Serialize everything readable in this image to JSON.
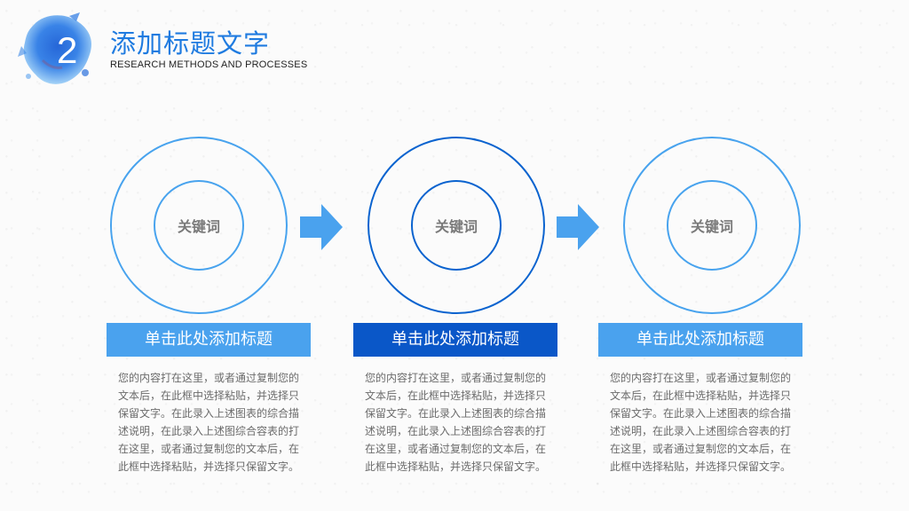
{
  "header": {
    "section_number": "2",
    "title": "添加标题文字",
    "subtitle": "RESEARCH METHODS AND PROCESSES"
  },
  "steps": [
    {
      "keyword": "关键词",
      "heading": "单击此处添加标题",
      "body": "您的内容打在这里，或者通过复制您的文本后，在此框中选择粘贴，并选择只保留文字。在此录入上述图表的综合描述说明，在此录入上述图综合容表的打在这里，或者通过复制您的文本后，在此框中选择粘贴，并选择只保留文字。"
    },
    {
      "keyword": "关键词",
      "heading": "单击此处添加标题",
      "body": "您的内容打在这里，或者通过复制您的文本后，在此框中选择粘贴，并选择只保留文字。在此录入上述图表的综合描述说明，在此录入上述图综合容表的打在这里，或者通过复制您的文本后，在此框中选择粘贴，并选择只保留文字。"
    },
    {
      "keyword": "关键词",
      "heading": "单击此处添加标题",
      "body": "您的内容打在这里，或者通过复制您的文本后，在此框中选择粘贴，并选择只保留文字。在此录入上述图表的综合描述说明，在此录入上述图综合容表的打在这里，或者通过复制您的文本后，在此框中选择粘贴，并选择只保留文字。"
    }
  ],
  "colors": {
    "accent_light": "#4aa2ee",
    "accent_dark": "#0a57c8",
    "title_blue": "#1f7be0"
  }
}
